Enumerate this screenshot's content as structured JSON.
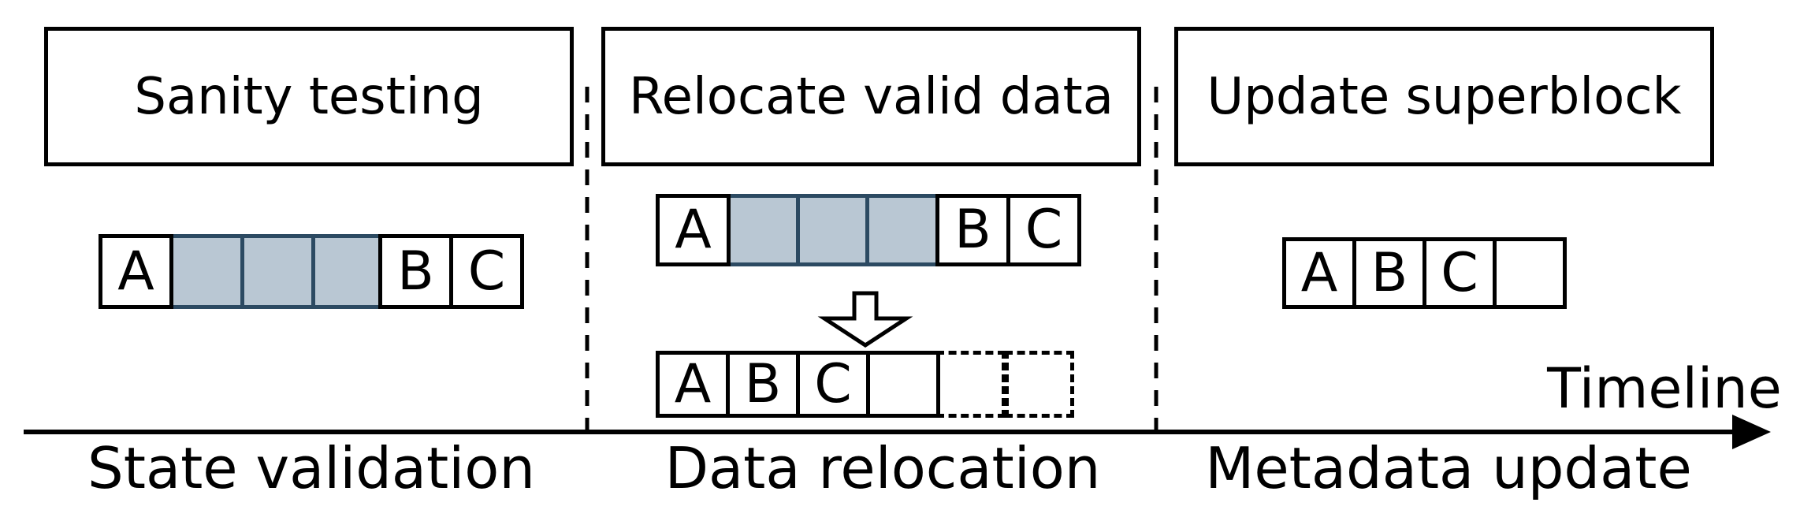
{
  "palette": {
    "background": "#ffffff",
    "line": "#000000",
    "shaded_cell_fill": "#b9c7d3",
    "shaded_cell_border": "#2c4a62"
  },
  "phases": [
    {
      "title": "Sanity testing",
      "timeline_label": "State validation"
    },
    {
      "title": "Relocate valid data",
      "timeline_label": "Data relocation"
    },
    {
      "title": "Update superblock",
      "timeline_label": "Metadata update"
    }
  ],
  "timeline": {
    "label": "Timeline"
  },
  "rows": {
    "sanity": {
      "cells": [
        {
          "label": "A",
          "type": "solid"
        },
        {
          "label": "",
          "type": "shaded"
        },
        {
          "label": "",
          "type": "shaded"
        },
        {
          "label": "",
          "type": "shaded"
        },
        {
          "label": "B",
          "type": "solid"
        },
        {
          "label": "C",
          "type": "solid"
        }
      ]
    },
    "relocate_source": {
      "cells": [
        {
          "label": "A",
          "type": "solid"
        },
        {
          "label": "",
          "type": "shaded"
        },
        {
          "label": "",
          "type": "shaded"
        },
        {
          "label": "",
          "type": "shaded"
        },
        {
          "label": "B",
          "type": "solid"
        },
        {
          "label": "C",
          "type": "solid"
        }
      ]
    },
    "relocate_target": {
      "cells": [
        {
          "label": "A",
          "type": "solid"
        },
        {
          "label": "B",
          "type": "solid"
        },
        {
          "label": "C",
          "type": "solid"
        },
        {
          "label": "",
          "type": "solid"
        },
        {
          "label": "",
          "type": "dashed"
        },
        {
          "label": "",
          "type": "dashed"
        }
      ]
    },
    "superblock": {
      "cells": [
        {
          "label": "A",
          "type": "solid"
        },
        {
          "label": "B",
          "type": "solid"
        },
        {
          "label": "C",
          "type": "solid"
        },
        {
          "label": "",
          "type": "solid"
        }
      ]
    }
  },
  "icons": {
    "down_arrow": "hollow-down-block-arrow",
    "timeline_arrow": "right-arrowhead"
  }
}
